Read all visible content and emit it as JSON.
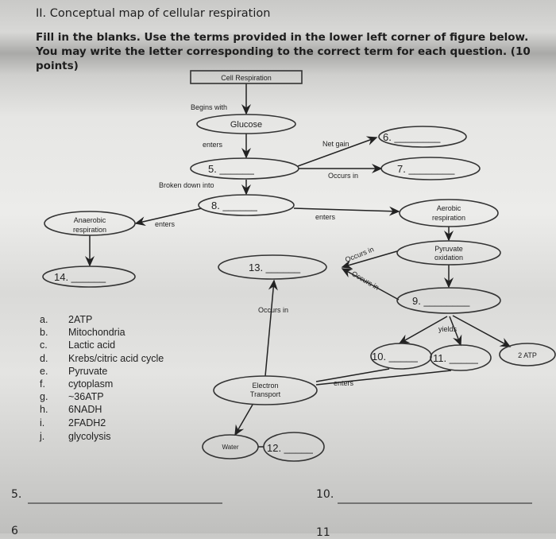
{
  "header": {
    "title": "II. Conceptual map of cellular respiration",
    "instructions": "Fill in the blanks.  Use the terms provided in the lower left corner of figure below.  You may write the letter corresponding to the correct term for each question. (10 points)"
  },
  "map": {
    "root": "Cell Respiration",
    "begins_with": "Begins with",
    "glucose": "Glucose",
    "enters_1": "enters",
    "q5": "5. ______",
    "net_gain": "Net gain",
    "q6": "6. ________",
    "occurs_in_1": "Occurs in",
    "q7": "7. ________",
    "broken_down_into": "Broken down into",
    "q8": "8. ______",
    "enters_2": "enters",
    "aerobic": [
      "Aerobic",
      "respiration"
    ],
    "enters_3": "enters",
    "anaerobic": [
      "Anaerobic",
      "respiration"
    ],
    "q14": "14. ______",
    "pyruvate_oxidation": [
      "Pyruvate",
      "oxidation"
    ],
    "q13": "13. ______",
    "occurs_in_2": "Occurs in",
    "occurs_in_3": "Occurs in",
    "q9": "9. ________",
    "yields": "yields",
    "q10": "10. _____",
    "q11": "11. _____",
    "atp2": "2 ATP",
    "enters_4": "enters",
    "occurs_in_4": "Occurs in",
    "electron_transport": [
      "Electron",
      "Transport"
    ],
    "water": "Water",
    "q12": "12. _____"
  },
  "terms": [
    {
      "letter": "a.",
      "term": "2ATP"
    },
    {
      "letter": "b.",
      "term": "Mitochondria"
    },
    {
      "letter": "c.",
      "term": "Lactic acid"
    },
    {
      "letter": "d.",
      "term": "Krebs/citric acid cycle"
    },
    {
      "letter": "e.",
      "term": "Pyruvate"
    },
    {
      "letter": "f.",
      "term": "cytoplasm"
    },
    {
      "letter": "g.",
      "term": "~36ATP"
    },
    {
      "letter": "h.",
      "term": "6NADH"
    },
    {
      "letter": "i.",
      "term": "2FADH2"
    },
    {
      "letter": "j.",
      "term": "glycolysis"
    }
  ],
  "answers": {
    "a5": "5.",
    "a10": "10.",
    "a6": "6",
    "a11": "11"
  }
}
